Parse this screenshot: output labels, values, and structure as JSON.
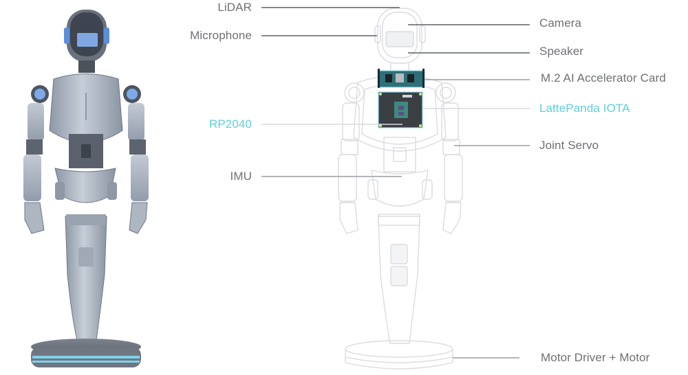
{
  "diagram": {
    "title": "",
    "colors": {
      "label_default": "#6f7074",
      "label_accent": "#5fcfdc",
      "line_dark": "#5c6066",
      "line_mid": "#9a9da2",
      "line_light": "#d8dae0",
      "robot_body": "#a9b2bf",
      "robot_glow": "#5fb6e0",
      "board_teal": "#2d6e78"
    },
    "left_robot": {
      "name": "Rendered humanoid robot"
    },
    "right_robot": {
      "name": "Wireframe humanoid robot with internal components"
    },
    "labels_left": [
      {
        "id": "lidar",
        "text": "LiDAR",
        "highlight": false
      },
      {
        "id": "microphone",
        "text": "Microphone",
        "highlight": false
      },
      {
        "id": "rp2040",
        "text": "RP2040",
        "highlight": true
      },
      {
        "id": "imu",
        "text": "IMU",
        "highlight": false
      }
    ],
    "labels_right": [
      {
        "id": "camera",
        "text": "Camera",
        "highlight": false
      },
      {
        "id": "speaker",
        "text": "Speaker",
        "highlight": false
      },
      {
        "id": "m2-card",
        "text": "M.2 AI Accelerator Card",
        "highlight": false
      },
      {
        "id": "lattepanda",
        "text": "LattePanda IOTA",
        "highlight": true
      },
      {
        "id": "joint-servo",
        "text": "Joint Servo",
        "highlight": false
      },
      {
        "id": "motor",
        "text": "Motor Driver + Motor",
        "highlight": false
      }
    ]
  }
}
